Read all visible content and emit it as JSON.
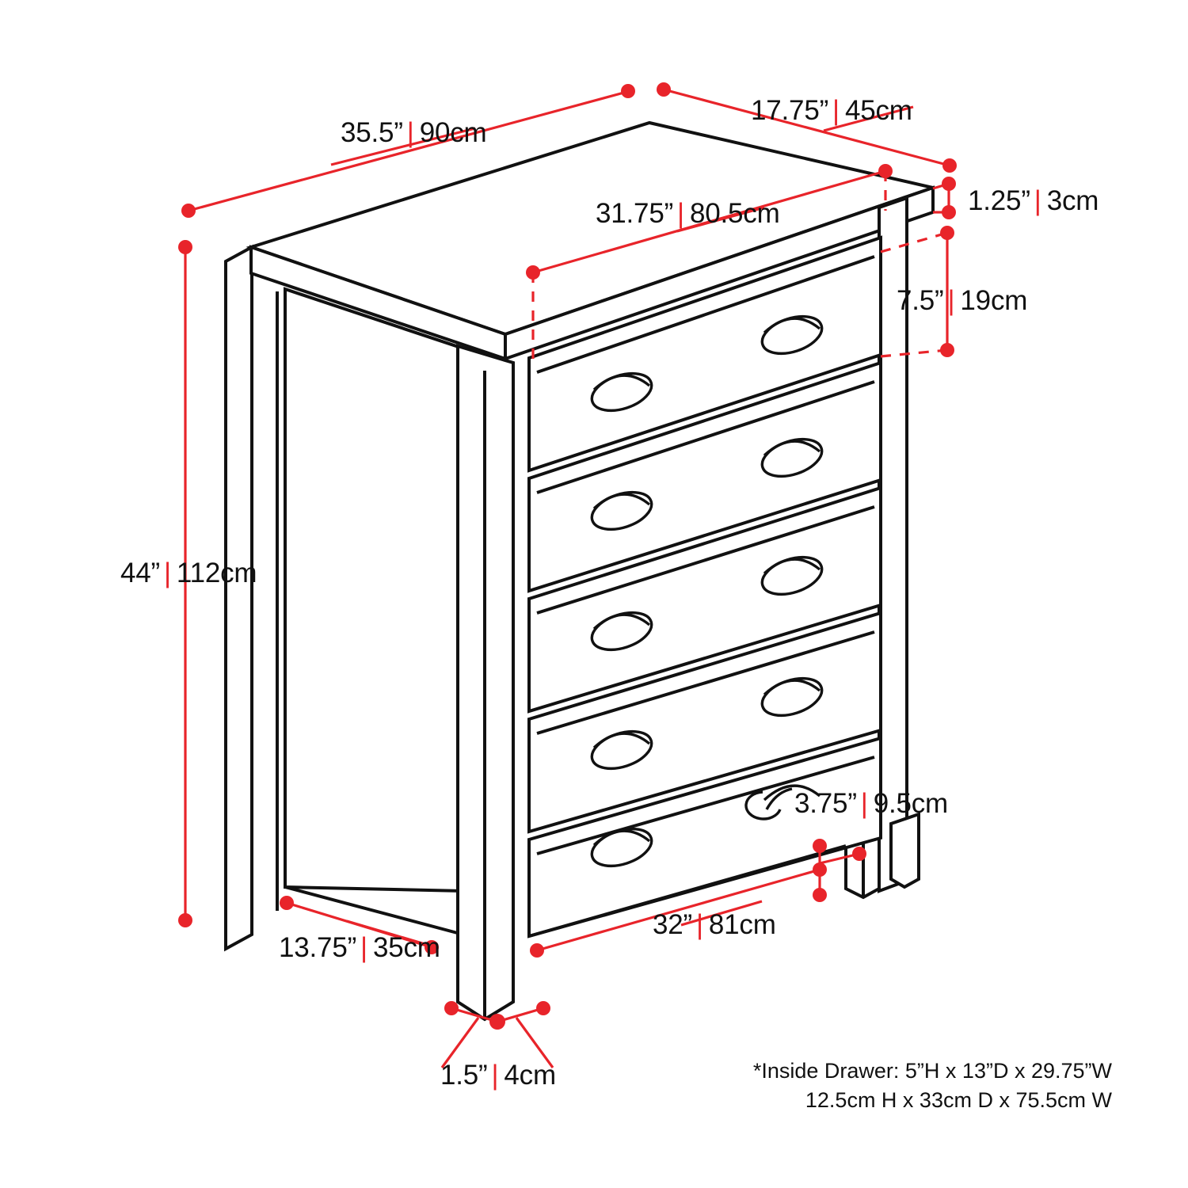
{
  "diagram": {
    "title": "Five-drawer chest dimension diagram",
    "accent_color": "#e8242a",
    "line_color": "#111111",
    "background": "#ffffff",
    "unit_separator": "|"
  },
  "dimensions": {
    "overall_width": {
      "imperial": "35.5”",
      "metric": "90cm",
      "label": "35.5” | 90cm"
    },
    "overall_depth": {
      "imperial": "17.75”",
      "metric": "45cm",
      "label": "17.75” | 45cm"
    },
    "top_width": {
      "imperial": "31.75”",
      "metric": "80.5cm",
      "label": "31.75” | 80.5cm"
    },
    "top_thickness": {
      "imperial": "1.25”",
      "metric": "3cm",
      "label": "1.25” | 3cm"
    },
    "drawer_height": {
      "imperial": "7.5”",
      "metric": "19cm",
      "label": "7.5” | 19cm"
    },
    "overall_height": {
      "imperial": "44”",
      "metric": "112cm",
      "label": "44” | 112cm"
    },
    "handle_width": {
      "imperial": "3.75”",
      "metric": "9.5cm",
      "label": "3.75” | 9.5cm"
    },
    "side_depth": {
      "imperial": "13.75”",
      "metric": "35cm",
      "label": "13.75” | 35cm"
    },
    "front_width": {
      "imperial": "32”",
      "metric": "81cm",
      "label": "32” | 81cm"
    },
    "leg_width": {
      "imperial": "1.5”",
      "metric": "4cm",
      "label": "1.5” | 4cm"
    }
  },
  "labels": [
    {
      "id": "overall-width",
      "imperial": "35.5”",
      "metric": "90cm"
    },
    {
      "id": "overall-depth",
      "imperial": "17.75”",
      "metric": "45cm"
    },
    {
      "id": "top-width",
      "imperial": "31.75”",
      "metric": "80.5cm"
    },
    {
      "id": "top-thickness",
      "imperial": "1.25”",
      "metric": "3cm"
    },
    {
      "id": "drawer-height",
      "imperial": "7.5”",
      "metric": "19cm"
    },
    {
      "id": "overall-height",
      "imperial": "44”",
      "metric": "112cm"
    },
    {
      "id": "handle-width",
      "imperial": "3.75”",
      "metric": "9.5cm"
    },
    {
      "id": "side-depth",
      "imperial": "13.75”",
      "metric": "35cm"
    },
    {
      "id": "front-width",
      "imperial": "32”",
      "metric": "81cm"
    },
    {
      "id": "leg-width",
      "imperial": "1.5”",
      "metric": "4cm"
    }
  ],
  "footnote": {
    "line1": "*Inside Drawer: 5”H x 13”D x 29.75”W",
    "line2": "12.5cm H x 33cm D x 75.5cm W"
  },
  "product": {
    "drawer_count": 5,
    "handles_per_drawer": 2,
    "handle_style": "cup-pull"
  }
}
